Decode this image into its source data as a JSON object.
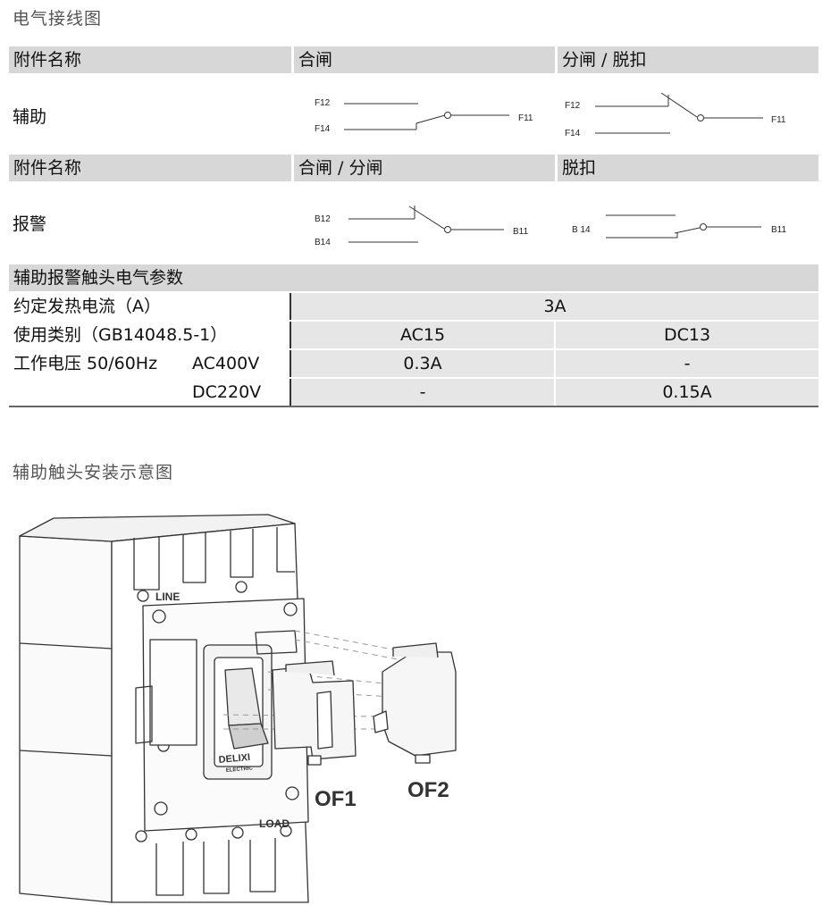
{
  "sections": {
    "wiring_title": "电气接线图",
    "install_title": "辅助触头安装示意图"
  },
  "wiring_table_1": {
    "headers": [
      "附件名称",
      "合闸",
      "分闸 / 脱扣"
    ],
    "row_label": "辅助",
    "closed_diagram": {
      "top": "F12",
      "bottom": "F14",
      "common": "F11"
    },
    "open_diagram": {
      "top": "F12",
      "bottom": "F14",
      "common": "F11"
    }
  },
  "wiring_table_2": {
    "headers": [
      "附件名称",
      "合闸 / 分闸",
      "脱扣"
    ],
    "row_label": "报警",
    "closed_diagram": {
      "top": "B12",
      "bottom": "B14",
      "common": "B11"
    },
    "trip_diagram": {
      "bottom": "B 14",
      "common": "B11"
    }
  },
  "param_table": {
    "title": "辅助报警触头电气参数",
    "rows": [
      {
        "label": "约定发热电流（A）",
        "value": "3A"
      },
      {
        "label": "使用类别（GB14048.5-1）",
        "ac": "AC15",
        "dc": "DC13"
      },
      {
        "label": "工作电压  50/60Hz",
        "sub": "AC400V",
        "ac": "0.3A",
        "dc": "-"
      },
      {
        "sub": "DC220V",
        "ac": "-",
        "dc": "0.15A"
      }
    ]
  },
  "install_drawing": {
    "brand": "DELIXI",
    "brand_sub": "ELECTRIC",
    "line_label": "LINE",
    "load_label": "LOAD",
    "part1": "OF1",
    "part2": "OF2"
  }
}
